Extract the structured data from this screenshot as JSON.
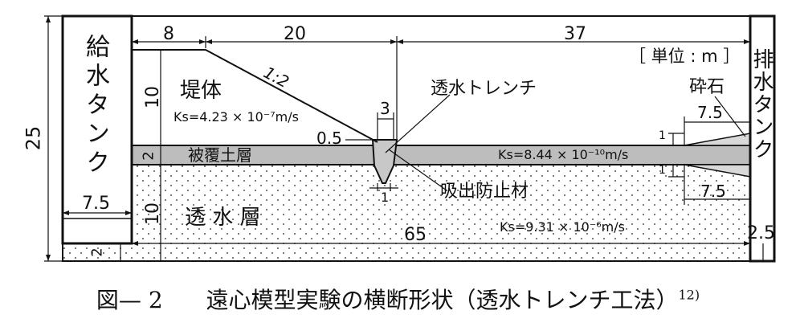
{
  "tank_left_label": "給水タンク",
  "tank_right_label": "排水タンク",
  "unit_label": "［ 単位 : m ］",
  "dims": {
    "top_a": "8",
    "top_b": "20",
    "top_c": "37",
    "total_h": "25",
    "emb_h": "10",
    "cover_h": "2",
    "perm_h": "10",
    "base_h": "2",
    "tank_w": "7.5",
    "total_w": "65",
    "base_right": "2.5",
    "slope": "1:2",
    "trench_w": "3",
    "trench_d": "0.5",
    "trench_b": "1",
    "gravel_top": "7.5",
    "gravel_bot": "7.5",
    "gravel_h1": "1",
    "gravel_h2": "1"
  },
  "layers": {
    "embankment": "堤体",
    "embankment_k": "Ks=4.23 × 10⁻⁷m/s",
    "cover": "被覆土層",
    "cover_k": "Ks=8.44 × 10⁻¹⁰m/s",
    "permeable": "透 水 層",
    "permeable_k": "Ks=9.31 × 10⁻⁶m/s"
  },
  "annotations": {
    "trench": "透水トレンチ",
    "filter": "吸出防止材",
    "gravel": "砕石"
  },
  "caption": {
    "number": "図— 2",
    "text": "遠心模型実験の横断形状（透水トレンチ工法）",
    "ref": "12)"
  }
}
